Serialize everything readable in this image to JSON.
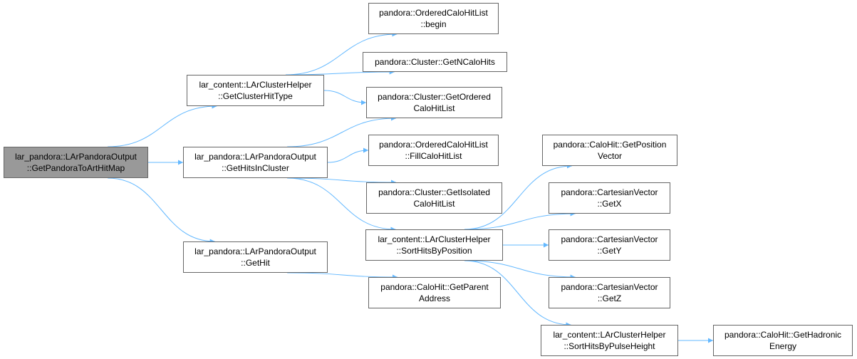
{
  "colors": {
    "edge": "#63b8ff",
    "node_border": "#666666",
    "root_fill": "#999999",
    "node_fill": "#ffffff"
  },
  "nodes": {
    "root": [
      "lar_pandora::LArPandoraOutput",
      "::GetPandoraToArtHitMap"
    ],
    "get_cluster_hit_type": [
      "lar_content::LArClusterHelper",
      "::GetClusterHitType"
    ],
    "get_hits_in_cluster": [
      "lar_pandora::LArPandoraOutput",
      "::GetHitsInCluster"
    ],
    "get_hit": [
      "lar_pandora::LArPandoraOutput",
      "::GetHit"
    ],
    "ordered_calo_hit_list_begin": [
      "pandora::OrderedCaloHitList",
      "::begin"
    ],
    "cluster_get_n_calo_hits": [
      "pandora::Cluster::GetNCaloHits"
    ],
    "cluster_get_ordered_calo_hit_list": [
      "pandora::Cluster::GetOrdered",
      "CaloHitList"
    ],
    "ordered_calo_hit_list_fill": [
      "pandora::OrderedCaloHitList",
      "::FillCaloHitList"
    ],
    "cluster_get_isolated_calo_hit_list": [
      "pandora::Cluster::GetIsolated",
      "CaloHitList"
    ],
    "sort_hits_by_position": [
      "lar_content::LArClusterHelper",
      "::SortHitsByPosition"
    ],
    "calo_hit_get_parent_address": [
      "pandora::CaloHit::GetParent",
      "Address"
    ],
    "calo_hit_get_position_vector": [
      "pandora::CaloHit::GetPosition",
      "Vector"
    ],
    "cartesian_vector_get_x": [
      "pandora::CartesianVector",
      "::GetX"
    ],
    "cartesian_vector_get_y": [
      "pandora::CartesianVector",
      "::GetY"
    ],
    "cartesian_vector_get_z": [
      "pandora::CartesianVector",
      "::GetZ"
    ],
    "sort_hits_by_pulse_height": [
      "lar_content::LArClusterHelper",
      "::SortHitsByPulseHeight"
    ],
    "calo_hit_get_hadronic_energy": [
      "pandora::CaloHit::GetHadronic",
      "Energy"
    ]
  },
  "edges": [
    [
      "root",
      "get_cluster_hit_type"
    ],
    [
      "root",
      "get_hits_in_cluster"
    ],
    [
      "root",
      "get_hit"
    ],
    [
      "get_cluster_hit_type",
      "ordered_calo_hit_list_begin"
    ],
    [
      "get_cluster_hit_type",
      "cluster_get_n_calo_hits"
    ],
    [
      "get_cluster_hit_type",
      "cluster_get_ordered_calo_hit_list"
    ],
    [
      "get_hits_in_cluster",
      "cluster_get_ordered_calo_hit_list"
    ],
    [
      "get_hits_in_cluster",
      "ordered_calo_hit_list_fill"
    ],
    [
      "get_hits_in_cluster",
      "cluster_get_isolated_calo_hit_list"
    ],
    [
      "get_hits_in_cluster",
      "sort_hits_by_position"
    ],
    [
      "get_hit",
      "calo_hit_get_parent_address"
    ],
    [
      "sort_hits_by_position",
      "calo_hit_get_position_vector"
    ],
    [
      "sort_hits_by_position",
      "cartesian_vector_get_x"
    ],
    [
      "sort_hits_by_position",
      "cartesian_vector_get_y"
    ],
    [
      "sort_hits_by_position",
      "cartesian_vector_get_z"
    ],
    [
      "sort_hits_by_position",
      "sort_hits_by_pulse_height"
    ],
    [
      "sort_hits_by_pulse_height",
      "calo_hit_get_hadronic_energy"
    ]
  ]
}
